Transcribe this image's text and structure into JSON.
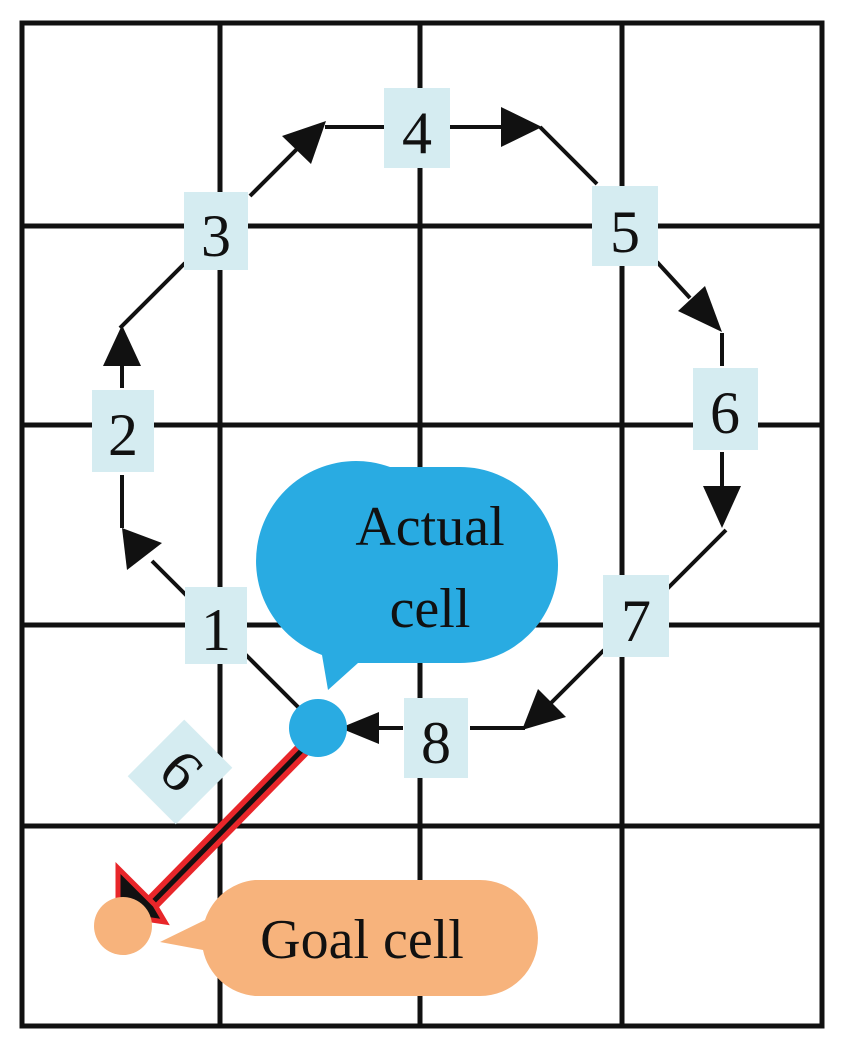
{
  "diagram": {
    "grid": {
      "columns": 4,
      "rows": 5
    },
    "steps": [
      {
        "label": "1"
      },
      {
        "label": "2"
      },
      {
        "label": "3"
      },
      {
        "label": "4"
      },
      {
        "label": "5"
      },
      {
        "label": "6"
      },
      {
        "label": "7"
      },
      {
        "label": "8"
      },
      {
        "label": "9",
        "rotated": true
      }
    ],
    "actual_callout": {
      "line1": "Actual",
      "line2": "cell"
    },
    "goal_callout": {
      "label": "Goal cell"
    },
    "colors": {
      "grid_line": "#111111",
      "step_box": "#d5ecf1",
      "actual": "#29abe2",
      "goal": "#f7b37c",
      "goal_arrow": "#e8262a",
      "arrow": "#111111"
    }
  }
}
